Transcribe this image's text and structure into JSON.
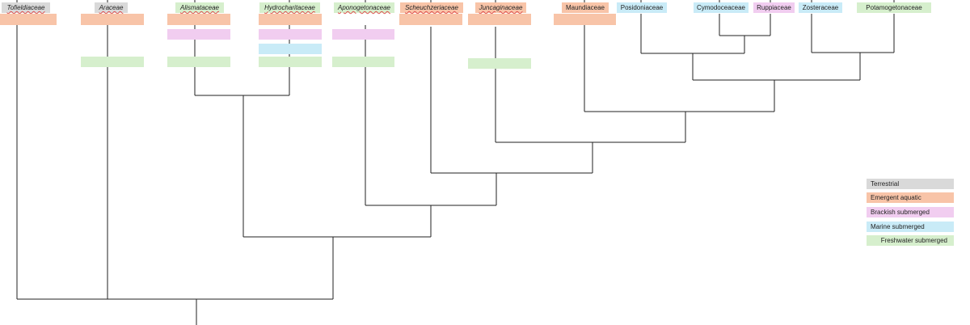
{
  "colors": {
    "terrestrial": "#d9d9d9",
    "emergent": "#f8c4a8",
    "brackish": "#f1cdf0",
    "marine": "#c9ebf7",
    "freshwater": "#d6efcd",
    "line": "#222222"
  },
  "taxa": [
    {
      "label": "Tofieldiaceae",
      "italic": true,
      "habitat": "terrestrial",
      "bars": [
        "emergent"
      ]
    },
    {
      "label": "Araceae",
      "italic": true,
      "habitat": "terrestrial",
      "bars": [
        "emergent",
        "freshwater"
      ]
    },
    {
      "label": "Alismataceae",
      "italic": true,
      "habitat": "freshwater",
      "bars": [
        "emergent",
        "brackish",
        "freshwater"
      ]
    },
    {
      "label": "Hydrocharitaceae",
      "italic": true,
      "habitat": "freshwater",
      "bars": [
        "emergent",
        "brackish",
        "marine",
        "freshwater"
      ]
    },
    {
      "label": "Aponogetonaceae",
      "italic": true,
      "habitat": "freshwater",
      "bars": [
        "brackish",
        "freshwater"
      ]
    },
    {
      "label": "Scheuchzeriaceae",
      "italic": true,
      "habitat": "emergent",
      "bars": [
        "emergent"
      ]
    },
    {
      "label": "Juncaginaceae",
      "italic": true,
      "habitat": "emergent",
      "bars": [
        "emergent",
        "freshwater"
      ]
    },
    {
      "label": "Maundiaceae",
      "italic": false,
      "habitat": "emergent",
      "bars": [
        "emergent"
      ]
    },
    {
      "label": "Posidoniaceae",
      "italic": false,
      "habitat": "marine",
      "bars": []
    },
    {
      "label": "Cymodoceaceae",
      "italic": false,
      "habitat": "marine",
      "bars": []
    },
    {
      "label": "Ruppiaceae",
      "italic": false,
      "habitat": "brackish",
      "bars": []
    },
    {
      "label": "Zosteraceae",
      "italic": false,
      "habitat": "marine",
      "bars": []
    },
    {
      "label": "Potamogetonaceae",
      "italic": false,
      "habitat": "freshwater",
      "bars": []
    }
  ],
  "legend": [
    {
      "key": "terrestrial",
      "label": "Terrestrial"
    },
    {
      "key": "emergent",
      "label": "Emergent aquatic"
    },
    {
      "key": "brackish",
      "label": "Brackish submerged"
    },
    {
      "key": "marine",
      "label": "Marine submerged"
    },
    {
      "key": "freshwater",
      "label": "Freshwater submerged"
    }
  ]
}
